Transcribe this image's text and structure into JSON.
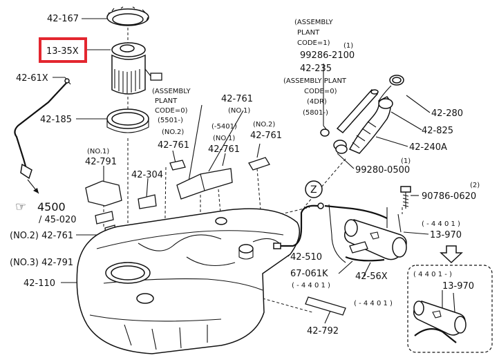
{
  "highlight_color": "#e3262f",
  "labels": {
    "p42_167": "42-167",
    "p13_35x": "13-35X",
    "p42_61x": "42-61X",
    "p42_185": "42-185",
    "asm_plant_code0": [
      "(ASSEMBLY",
      "PLANT",
      "CODE=0)",
      "(5501-)",
      "(NO.2)",
      "42-761"
    ],
    "p42_761_no1_top": [
      "42-761",
      "(NO.1)"
    ],
    "p5401_no1": [
      "(-5401)",
      "(NO.1)",
      "42-761"
    ],
    "p42_761_no2_right": [
      "(NO.2)",
      "42-761"
    ],
    "p42_791_no1": [
      "(NO.1)",
      "42-791"
    ],
    "p42_304": "42-304",
    "p4500": "4500",
    "p45_020": "/ 45-020",
    "p42_761_no2_left": "(NO.2) 42-761",
    "p42_791_no3": "(NO.3) 42-791",
    "p42_110": "42-110",
    "asm_plant_code1": [
      "(ASSEMBLY",
      "PLANT",
      "CODE=1)"
    ],
    "p99286": "99286-2100",
    "p99286_qty": "(1)",
    "p42_235": "42-235",
    "asm_code0_4dr": [
      "(ASSEMBLY PLANT",
      "CODE=0)",
      "(4DR)",
      "(5801-)"
    ],
    "p42_280": "42-280",
    "p42_825": "42-825",
    "p42_240a": "42-240A",
    "p99280_qty": "(1)",
    "p99280": "99280-0500",
    "p90786_qty": "(2)",
    "p90786": "90786-0620",
    "z_marker": "Z",
    "p4401_a": "( - 4 4 0 1 )",
    "p13_970_a": "13-970",
    "p42_510": "42-510",
    "p67_061k": "67-061K",
    "p4401_b": "( - 4 4 0 1 )",
    "p42_56x": "42-56X",
    "p4401_c": "( - 4 4 0 1 )",
    "p42_792": "42-792",
    "inset_4401": "( 4 4 0 1 - )",
    "p13_970_b": "13-970"
  }
}
